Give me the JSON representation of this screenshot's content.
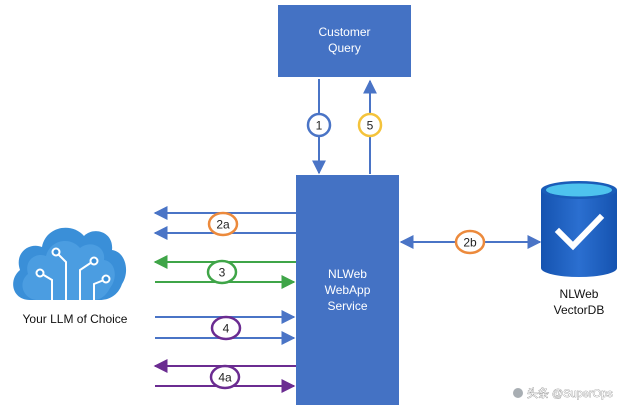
{
  "customer_query": {
    "line1": "Customer",
    "line2": "Query"
  },
  "service": {
    "line1": "NLWeb",
    "line2": "WebApp",
    "line3": "Service"
  },
  "llm": {
    "label": "Your LLM of Choice"
  },
  "vectordb": {
    "line1": "NLWeb",
    "line2": "VectorDB"
  },
  "steps": {
    "s1": "1",
    "s5": "5",
    "s2a": "2a",
    "s2b": "2b",
    "s3": "3",
    "s4": "4",
    "s4a": "4a"
  },
  "watermark": "头条 @SuperOps",
  "colors": {
    "box": "#4472c4",
    "blue_arrow": "#4a74c6",
    "green": "#3fa548",
    "purple": "#6b2c91",
    "orange": "#ec8a3c",
    "yellow": "#f4c33b",
    "cloud": "#3a8fd8",
    "db": "#1a5cb8"
  },
  "icons": [
    "cloud-circuit-icon",
    "database-check-icon",
    "wechat-logo-icon"
  ]
}
